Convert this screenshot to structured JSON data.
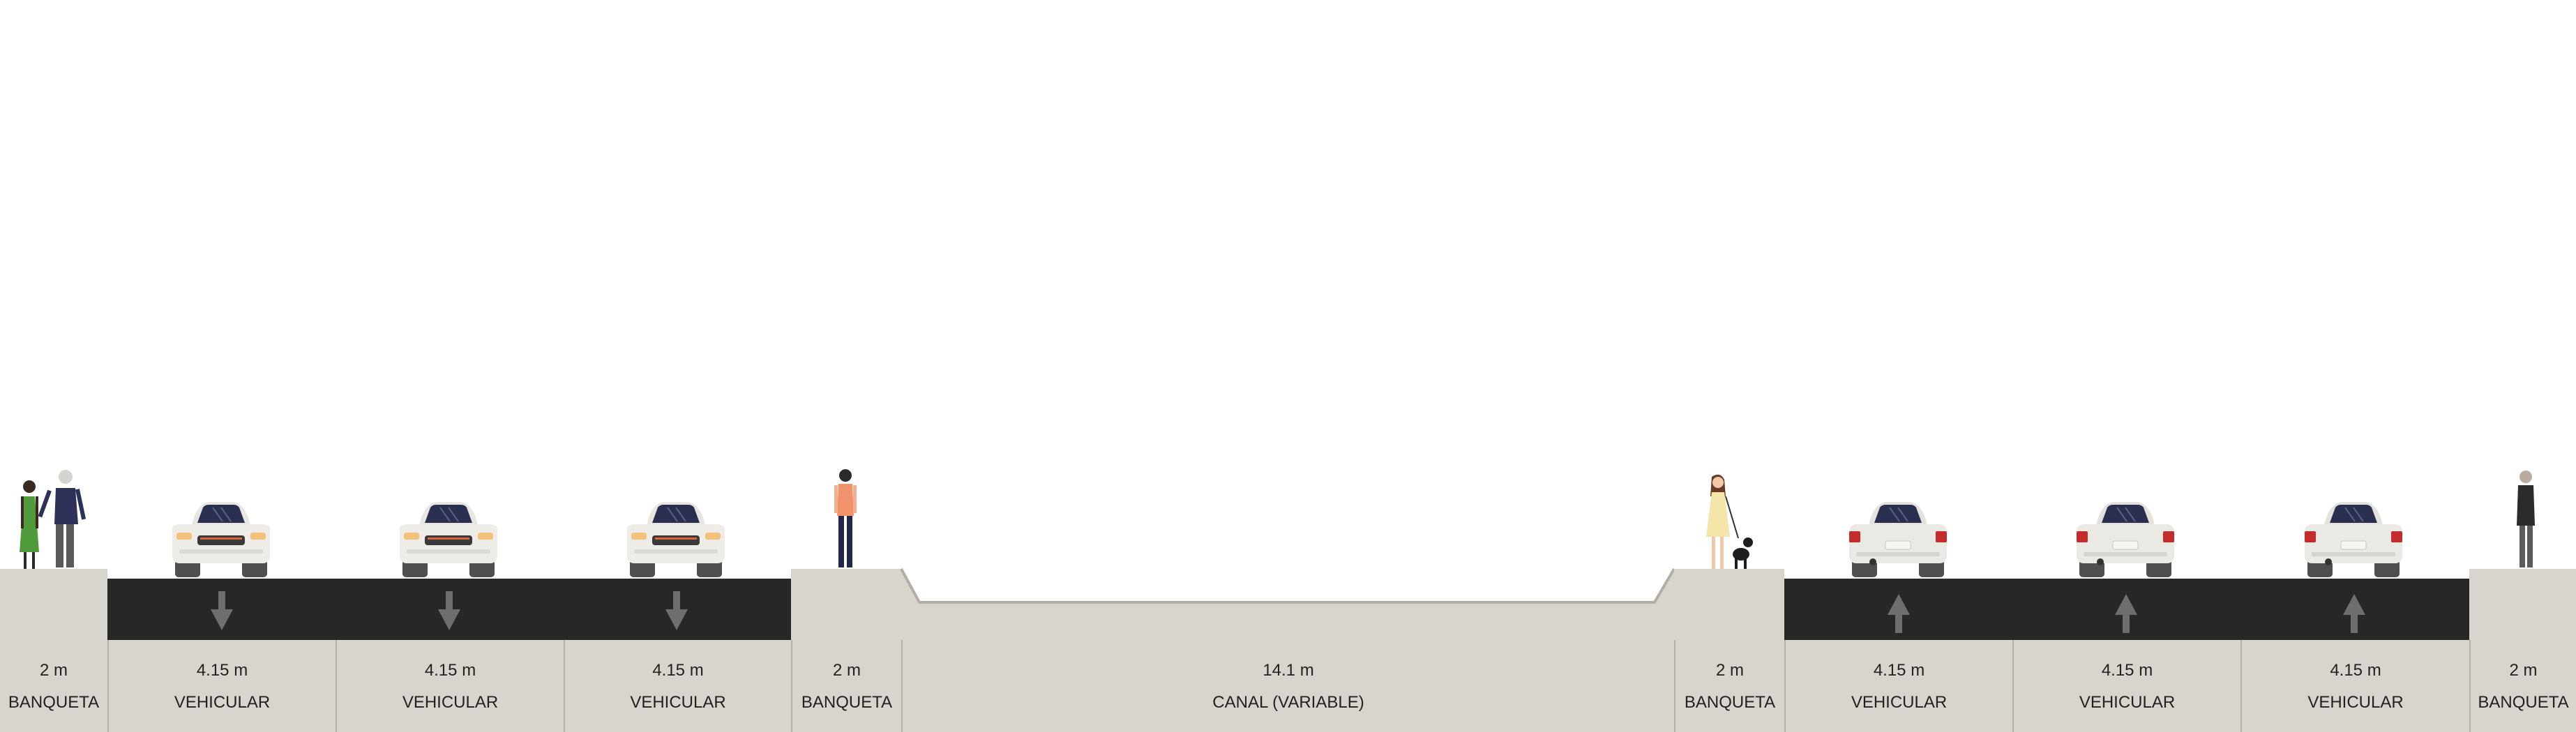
{
  "street": {
    "colors": {
      "background": "#ffffff",
      "ground": "#d8d4ce",
      "road": "#272826",
      "curb_line": "#b5b0a8",
      "arrow": "#6e6f6c",
      "canal_edge": "#b3aea7"
    },
    "segments": [
      {
        "key": "sidewalk-left",
        "type": "sidewalk",
        "width": "2 m",
        "label": "BANQUETA"
      },
      {
        "key": "lane-l1",
        "type": "lane",
        "direction": "down",
        "width": "4.15 m",
        "label": "VEHICULAR"
      },
      {
        "key": "lane-l2",
        "type": "lane",
        "direction": "down",
        "width": "4.15 m",
        "label": "VEHICULAR"
      },
      {
        "key": "lane-l3",
        "type": "lane",
        "direction": "down",
        "width": "4.15 m",
        "label": "VEHICULAR"
      },
      {
        "key": "sidewalk-median-left",
        "type": "sidewalk",
        "width": "2 m",
        "label": "BANQUETA"
      },
      {
        "key": "canal",
        "type": "canal",
        "width": "14.1 m",
        "label": "CANAL (VARIABLE)"
      },
      {
        "key": "sidewalk-median-right",
        "type": "sidewalk",
        "width": "2 m",
        "label": "BANQUETA"
      },
      {
        "key": "lane-r1",
        "type": "lane",
        "direction": "up",
        "width": "4.15 m",
        "label": "VEHICULAR"
      },
      {
        "key": "lane-r2",
        "type": "lane",
        "direction": "up",
        "width": "4.15 m",
        "label": "VEHICULAR"
      },
      {
        "key": "lane-r3",
        "type": "lane",
        "direction": "up",
        "width": "4.15 m",
        "label": "VEHICULAR"
      },
      {
        "key": "sidewalk-right",
        "type": "sidewalk",
        "width": "2 m",
        "label": "BANQUETA"
      }
    ]
  }
}
